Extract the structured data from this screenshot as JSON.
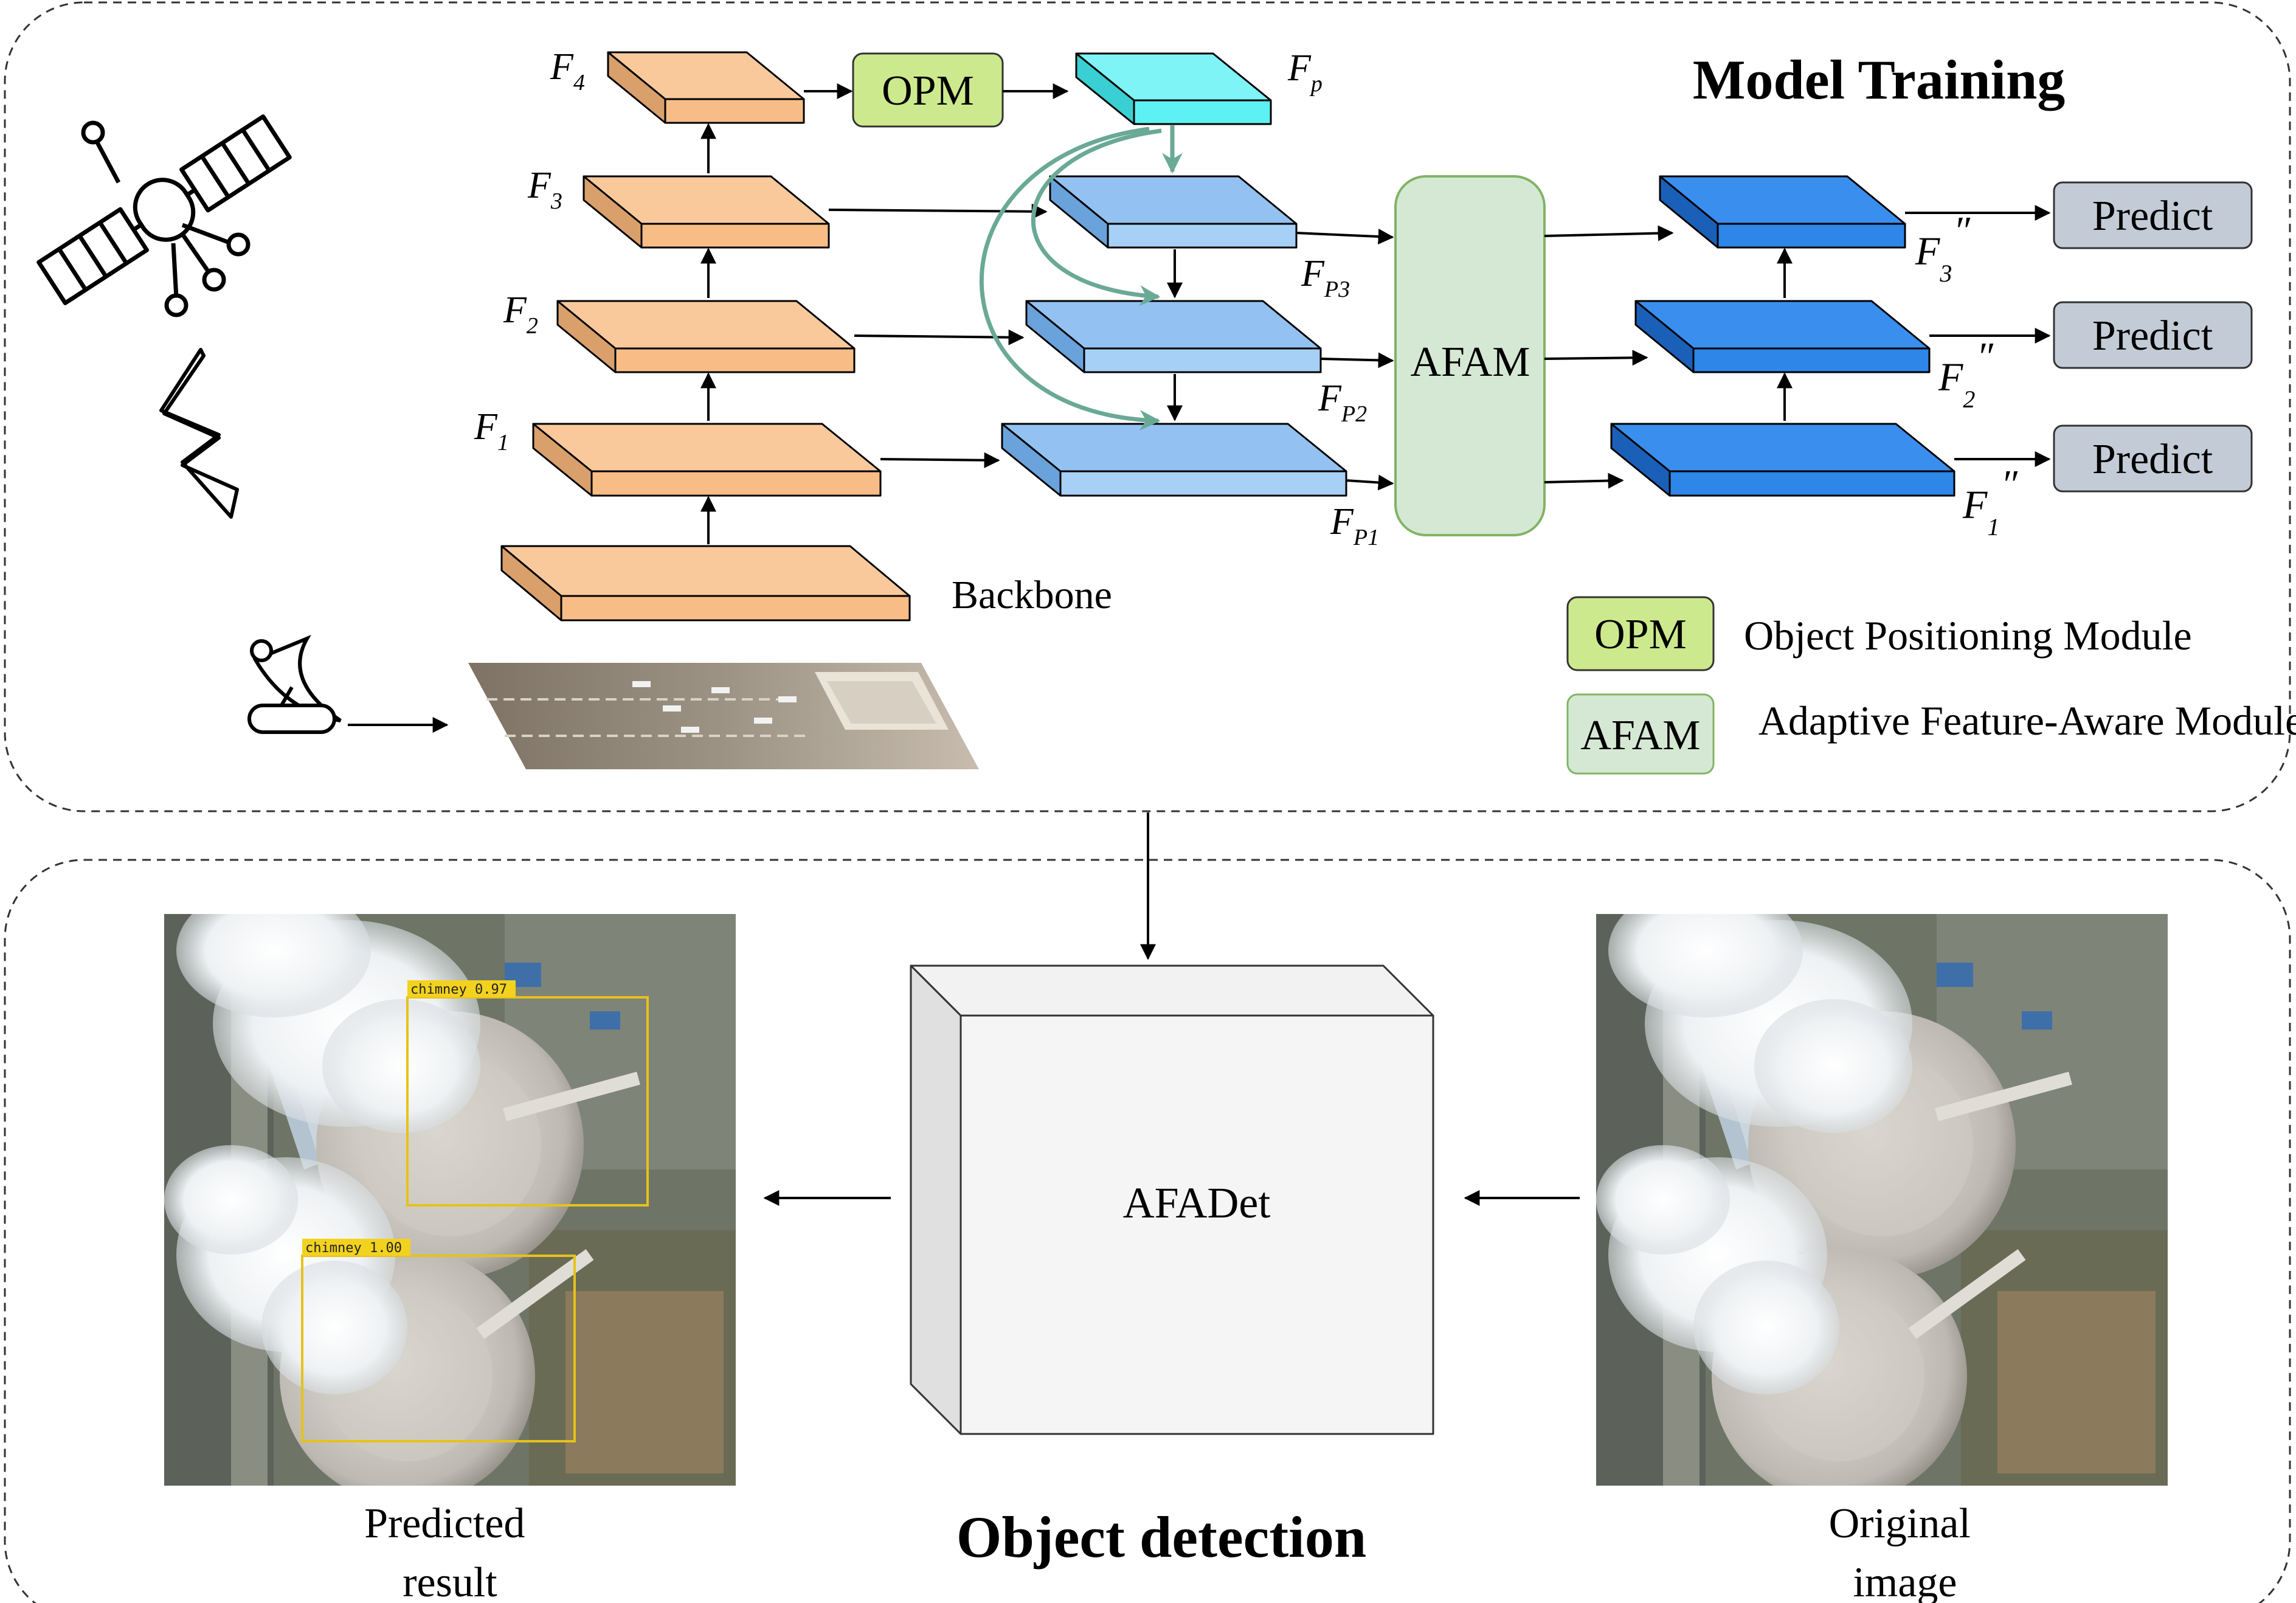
{
  "top_panel": {
    "title": "Model Training",
    "backbone_label": "Backbone",
    "feature_labels": [
      {
        "base": "F",
        "sub": "4"
      },
      {
        "base": "F",
        "sub": "3"
      },
      {
        "base": "F",
        "sub": "2"
      },
      {
        "base": "F",
        "sub": "1"
      }
    ],
    "fp_label": {
      "base": "F",
      "sub": "p"
    },
    "pyramid_labels": [
      {
        "base": "F",
        "sub": "P3"
      },
      {
        "base": "F",
        "sub": "P2"
      },
      {
        "base": "F",
        "sub": "P1"
      }
    ],
    "output_labels": [
      {
        "base": "F",
        "sub": "3",
        "sup": "″"
      },
      {
        "base": "F",
        "sub": "2",
        "sup": "″"
      },
      {
        "base": "F",
        "sub": "1",
        "sup": "″"
      }
    ],
    "opm_label": "OPM",
    "afam_label": "AFAM",
    "predict_labels": [
      "Predict",
      "Predict",
      "Predict"
    ],
    "legend": [
      {
        "key": "OPM",
        "text": "Object Positioning Module"
      },
      {
        "key": "AFAM",
        "text": "Adaptive Feature-Aware Module"
      }
    ]
  },
  "bottom_panel": {
    "title": "Object detection",
    "model_label": "AFADet",
    "predicted_caption": [
      "Predicted",
      "result"
    ],
    "original_caption": [
      "Original",
      "image"
    ],
    "detections": [
      {
        "label": "chimney 0.97"
      },
      {
        "label": "chimney 1.00"
      }
    ]
  },
  "colors": {
    "backbone_orange": "#f9c99c",
    "fp_cyan": "#5ef1f3",
    "pyramid_light_blue": "#93c2f2",
    "output_blue": "#2d86e8",
    "opm_green": "#cde98d",
    "afam_green": "#d5e8d4",
    "predict_gray": "#c3ccd6",
    "teal_arrow": "#6aa996",
    "detection_box": "#e6c21a"
  }
}
